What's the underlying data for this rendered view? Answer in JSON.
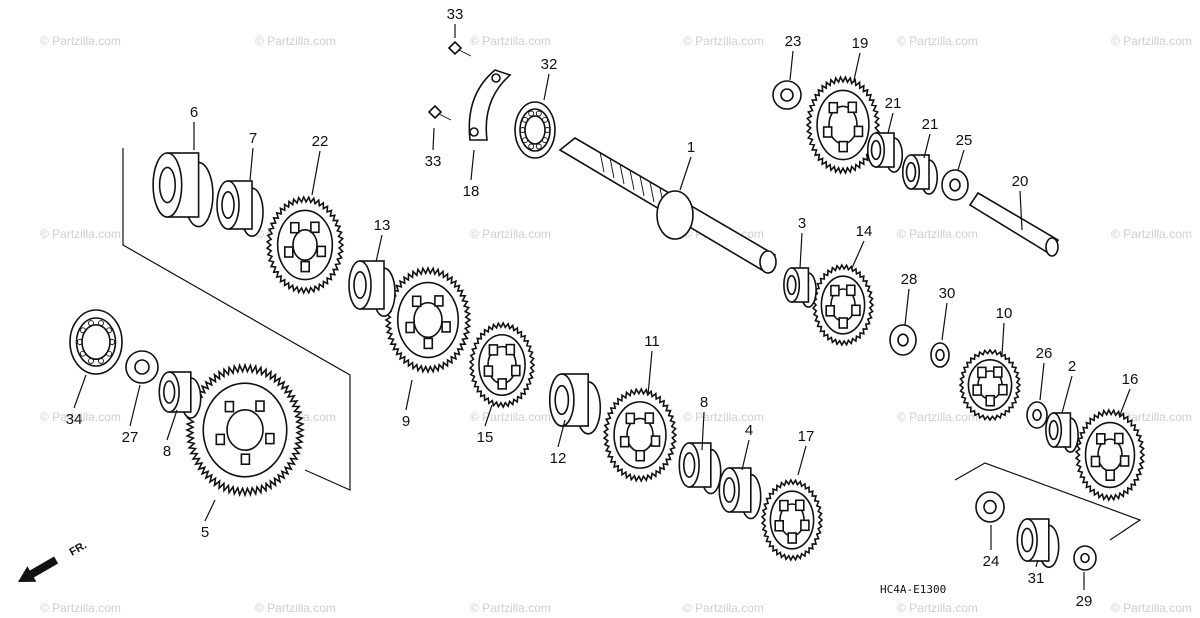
{
  "watermark": {
    "text": "© Partzilla.com"
  },
  "diagram_code": "HC4A-E1300",
  "direction_marker": {
    "label": "FR.",
    "icon": "front-direction-arrow-icon"
  },
  "callouts": [
    {
      "label": "1"
    },
    {
      "label": "2"
    },
    {
      "label": "3"
    },
    {
      "label": "4"
    },
    {
      "label": "5"
    },
    {
      "label": "6"
    },
    {
      "label": "7"
    },
    {
      "label": "8"
    },
    {
      "label": "8"
    },
    {
      "label": "9"
    },
    {
      "label": "10"
    },
    {
      "label": "11"
    },
    {
      "label": "12"
    },
    {
      "label": "13"
    },
    {
      "label": "14"
    },
    {
      "label": "15"
    },
    {
      "label": "16"
    },
    {
      "label": "17"
    },
    {
      "label": "18"
    },
    {
      "label": "19"
    },
    {
      "label": "20"
    },
    {
      "label": "21"
    },
    {
      "label": "21"
    },
    {
      "label": "22"
    },
    {
      "label": "23"
    },
    {
      "label": "24"
    },
    {
      "label": "25"
    },
    {
      "label": "26"
    },
    {
      "label": "27"
    },
    {
      "label": "28"
    },
    {
      "label": "29"
    },
    {
      "label": "30"
    },
    {
      "label": "31"
    },
    {
      "label": "32"
    },
    {
      "label": "33"
    },
    {
      "label": "33"
    },
    {
      "label": "34"
    }
  ]
}
